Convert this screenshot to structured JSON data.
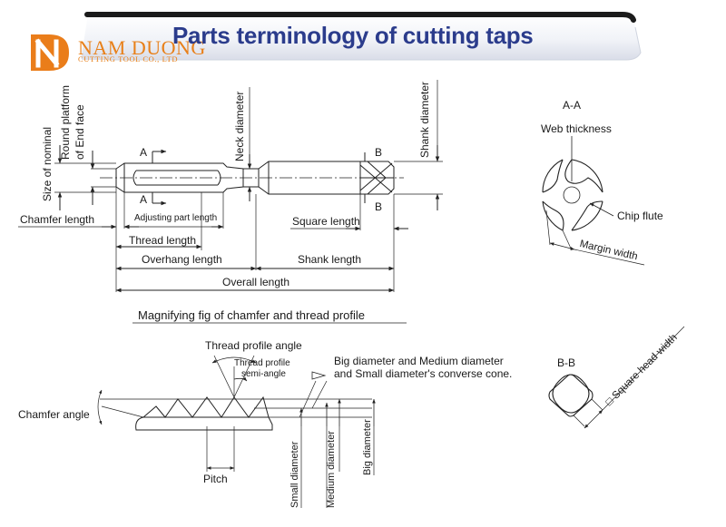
{
  "logo": {
    "name": "NAM DUONG",
    "subtitle": "CUTTING TOOL CO., LTD"
  },
  "header": {
    "title": "Parts terminology of cutting taps"
  },
  "tap_view": {
    "labels": {
      "size_of_nominal": "Size of nominal",
      "round_platform": "Round platform",
      "of_end_face": "of End face",
      "neck_diameter": "Neck diameter",
      "shank_diameter": "Shank diameter",
      "section_a_top": "A",
      "section_a_bottom": "A",
      "section_b_top": "B",
      "section_b_bottom": "B",
      "chamfer_length": "Chamfer length",
      "adjusting_part_length": "Adjusting part length",
      "thread_length": "Thread length",
      "square_length": "Square length",
      "overhang_length": "Overhang length",
      "shank_length": "Shank length",
      "overall_length": "Overall length"
    }
  },
  "section_aa": {
    "title": "A-A",
    "web_thickness": "Web thickness",
    "chip_flute": "Chip flute",
    "margin_width": "Margin width"
  },
  "section_bb": {
    "title": "B-B",
    "square_head_width": "Square head width"
  },
  "thread_profile": {
    "title": "Magnifying fig of chamfer and thread profile",
    "thread_profile_angle": "Thread profile angle",
    "thread_profile_semi_angle_1": "Thread profile",
    "thread_profile_semi_angle_2": "semi-angle",
    "converse_cone_1": "Big diameter and Medium diameter",
    "converse_cone_2": "and Small diameter's converse cone.",
    "chamfer_angle": "Chamfer angle",
    "pitch": "Pitch",
    "small_diameter": "Small diameter",
    "medium_diameter": "Medium diameter",
    "big_diameter": "Big diameter"
  }
}
